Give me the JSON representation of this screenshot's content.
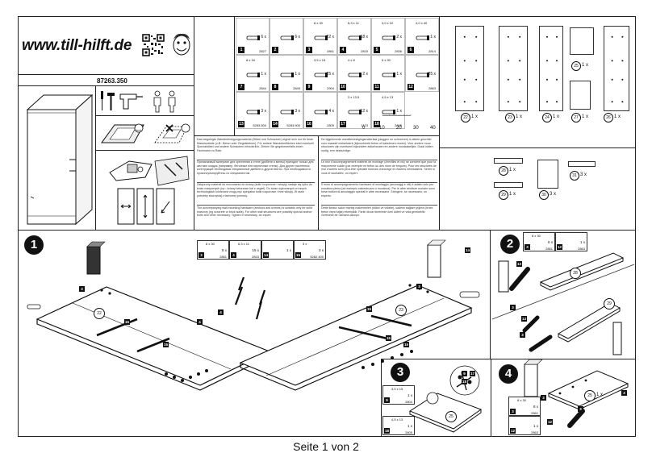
{
  "brand": "www.till-hilft.de",
  "article_number": "87263.350",
  "footer": "Seite 1 von 2",
  "colors": {
    "line": "#222222",
    "badge": "#111111",
    "paper": "#ffffff"
  },
  "ruler": {
    "ticks": [
      "0",
      "10",
      "20",
      "30",
      "40"
    ]
  },
  "hardware_table": [
    {
      "num": "1",
      "qty": "6 x",
      "code": "2827"
    },
    {
      "num": "2",
      "qty": "6 x",
      "code": ""
    },
    {
      "num": "3",
      "size": "8 x 30",
      "qty": "22 x",
      "code": "2861"
    },
    {
      "num": "4",
      "size": "6,3 x 11",
      "qty": "18 x",
      "code": "2815"
    },
    {
      "num": "5",
      "size": "4,0 x 22",
      "qty": "2 x",
      "code": "2836"
    },
    {
      "num": "6",
      "size": "4,0 x 40",
      "qty": "1 x",
      "code": "2814"
    },
    {
      "num": "7",
      "size": "8 x 34",
      "qty": "1 x",
      "code": "2844"
    },
    {
      "num": "8",
      "qty": "1 x",
      "code": "2845"
    },
    {
      "num": "9",
      "size": "3,5 x 15",
      "qty": "25 x",
      "code": "2904"
    },
    {
      "num": "10",
      "size": "4 x 8",
      "qty": "2 x",
      "code": ""
    },
    {
      "num": "11",
      "size": "5 x 30",
      "qty": "1 x",
      "code": ""
    },
    {
      "num": "12",
      "qty": "25 x",
      "code": "2863"
    },
    {
      "num": "13",
      "qty": "3 x",
      "code": "5283.500"
    },
    {
      "num": "14",
      "qty": "3 x",
      "code": "5283.500"
    },
    {
      "num": "16",
      "qty": "4 x",
      "code": "2809"
    },
    {
      "num": "17",
      "size": "3 x 13,5",
      "qty": "12 x",
      "code": "1123"
    },
    {
      "num": "18",
      "size": "4,5 x 13",
      "qty": "1 x",
      "code": "2805"
    }
  ],
  "panels": [
    {
      "label": "22",
      "qty": "1 x"
    },
    {
      "label": "23",
      "qty": "1 x"
    },
    {
      "label": "24",
      "qty": "1 x"
    },
    {
      "label": "25",
      "qty": "1 x"
    },
    {
      "label": "27",
      "qty": "1 x"
    },
    {
      "label": "26",
      "qty": "1 x"
    },
    {
      "label": "28",
      "qty": "1 x"
    },
    {
      "label": "29",
      "qty": "1 x"
    },
    {
      "label": "30",
      "qty": "3 x"
    },
    {
      "label": "31",
      "qty": "3 x"
    }
  ],
  "notes": [
    "Das beigelegte Wandbefestigungsmaterial (Dübel und Schrauben) eignet sich nur für feste Massivwände (z.B.: Beton oder Ziegelsteinen). Für andere Wandoberflächen sind eventuell Spezialdübel und andere Schrauben erforderlich. Ziehen Sie gegebenenfalls einen Fachmann zu Rate.",
    "Прилагаемый материал для крепления к стене (дюбели и винты) пригоден только для жестких кладок (например, бетонные или кирпичные стены). Для других настенных конструкций необходимы специальные дюбели и другие винты. При необходимости проконсультируйтесь со специалистом.",
    "Załączony materiał do mocowania do ściany (kołki rozporowe i wkręty) nadaje się tylko do ścian masywnych (np.: ściany betonowe lub z cegieł). Do ścian wykonanych w innych technologiach konieczne mogą być specjalne kołki rozporowe i inne wkręty. W razie potrzeby skorzystaj z fachowej pomocy.",
    "The accompanying wall mounting hardware (anchors and screws) is suitable only for solid masonry (eg concrete or brick walls). For other wall structures are possibly special anchor bolts and other necessary. Tighten if necessary, an expert.",
    "De bijgeleverde wandbevestigingsmateriaal (pluggen en schroeven) is alleen geschikt voor massief metselwerk (bijvoorbeeld beton of bakstenen muren). Voor andere muur structuren zijn eventueel bijzondere ankerbouten en andere noodzakelijke. Draai indien nodig, een deskundige.",
    "Le mur d'accompagnement matériel de montage (chevilles et vis) ne convient que pour la maçonnerie solide (par exemple en béton ou des murs de briques). Pour les structures de mur d'autres sont peut-être spéciale boulons d'ancrage et d'autres nécessaires. Serrer si vous le souhaitez, un expert.",
    "Il muro di accompagnamento hardware di montaggio (ancoraggi e viti) è adatto solo per muratura piena (ad esempio calcestruzzo o muratura). Per le altre strutture murarie sono forse bulloni di ancoraggio speciali e altre necessarie. Stringere, se necessario, un esperto.",
    "Dette ikeaux salon montaj malzemeleri (dübel ve vidalar), sadece sağlam yığma (örnek beton veya tuğla) elverişlidir. Farklı duvar türlerinde özel dübel ve vida gerekebilir. Gerekirse bir uzmana danışın."
  ],
  "step1": {
    "number": "1",
    "hardware": [
      {
        "num": "3",
        "size": "8 x 30",
        "qty": "8 x",
        "code": "2861"
      },
      {
        "num": "4",
        "size": "6,3 x 11",
        "qty": "15 x",
        "code": "2815"
      },
      {
        "num": "14",
        "qty": "1 x",
        "code": ""
      },
      {
        "num": "15",
        "size": "3 x",
        "qty": "3 x",
        "code": "5282.400"
      }
    ],
    "labels": [
      "22",
      "23",
      "3",
      "3",
      "4",
      "4",
      "14",
      "15",
      "15",
      "15",
      "15",
      "15"
    ]
  },
  "step2": {
    "number": "2",
    "hardware": [
      {
        "num": "3",
        "size": "8 x 30",
        "qty": "6 x",
        "code": "2861"
      },
      {
        "num": "12",
        "qty": "1 x",
        "code": "2863"
      }
    ],
    "labels": [
      "28",
      "29",
      "13",
      "13",
      "3",
      "3"
    ]
  },
  "step3": {
    "number": "3",
    "hardware": [
      {
        "num": "9",
        "size": "3,5 x 15",
        "qty": "1 x",
        "code": "2804"
      },
      {
        "num": "18",
        "size": "4,5 x 13",
        "qty": "1 x",
        "code": "2805"
      }
    ],
    "labels": [
      "25",
      "9",
      "18",
      "17"
    ]
  },
  "step4": {
    "number": "4",
    "hardware": [
      {
        "num": "3",
        "size": "8 x 30",
        "qty": "8 x",
        "code": "2861"
      },
      {
        "num": "12",
        "qty": "1 x",
        "code": "2863"
      }
    ],
    "panel": {
      "label": "25",
      "qty": "1 x"
    },
    "labels": [
      "3",
      "3",
      "3",
      "12"
    ]
  }
}
